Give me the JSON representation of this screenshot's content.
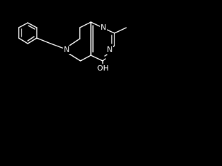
{
  "molecule": {
    "atoms": {
      "n_ring": "N",
      "n_top": "N",
      "n_mid": "N",
      "oh": "OH"
    },
    "colors": {
      "background": "#000000",
      "bonds": "#ffffff",
      "labels": "#ffffff"
    }
  }
}
